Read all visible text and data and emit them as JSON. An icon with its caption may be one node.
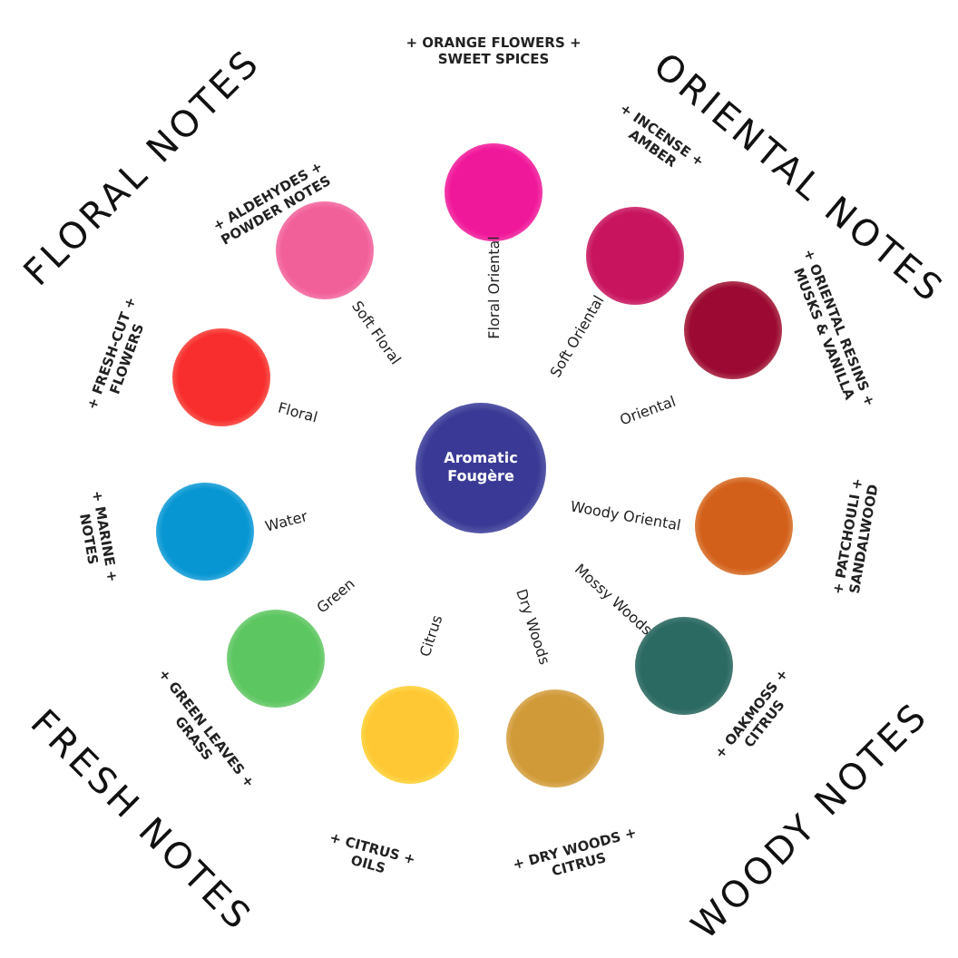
{
  "diagram": {
    "nodes": [
      {
        "text": [
          "Aromatic Fougère"
        ]
      },
      {
        "text": [],
        "shape": "circle",
        "beside": [
          "Floral Oriental"
        ]
      },
      {
        "text": [],
        "shape": "circle",
        "beside": [
          "Soft Oriental"
        ]
      },
      {
        "text": [],
        "shape": "circle",
        "beside": [
          "Oriental"
        ]
      },
      {
        "text": [],
        "shape": "circle",
        "beside": [
          "Woody Oriental"
        ]
      },
      {
        "text": [],
        "shape": "circle",
        "beside": [
          "Mossy Woods"
        ]
      },
      {
        "text": [],
        "shape": "circle",
        "beside": [
          "Dry Woods"
        ]
      },
      {
        "text": [],
        "shape": "circle",
        "beside": [
          "Citrus"
        ]
      },
      {
        "text": [],
        "shape": "circle",
        "beside": [
          "Green"
        ]
      },
      {
        "text": [],
        "shape": "circle",
        "beside": [
          "Water"
        ]
      },
      {
        "text": [],
        "shape": "circle",
        "beside": [
          "Floral"
        ]
      },
      {
        "text": [],
        "shape": "circle",
        "beside": [
          "Soft Floral"
        ]
      }
    ],
    "labels": [
      "FLORAL NOTES",
      "+ ORANGE FLOWERS + SWEET SPICES",
      "ORIENTAL NOTES",
      "+ ALDEHYDES + POWDER NOTES",
      "+ INCENSE + AMBER",
      "+ FRESH-CUT + FLOWERS",
      "+ ORIENTAL RESINS + MUSKS & VANILLA",
      "+ MARINE + NOTES",
      "+ PATCHOULI + SANDALWOOD",
      "+ GREEN LEAVES + GRASS",
      "+ OAKMOSS + CITRUS",
      "FRESH NOTES",
      "+ CITRUS + OILS",
      "+ DRY WOODS + CITRUS",
      "WOODY NOTES"
    ]
  }
}
